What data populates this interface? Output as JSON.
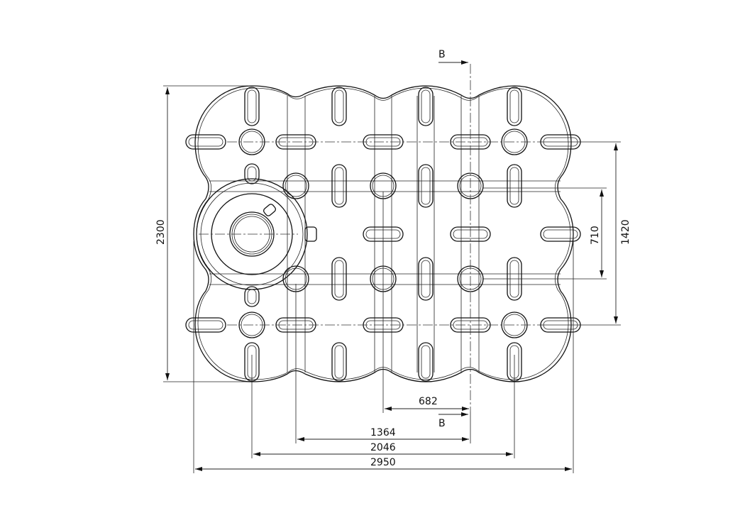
{
  "drawing": {
    "section_label_top": "B",
    "section_label_bottom": "B",
    "dimensions": {
      "overall_height": "2300",
      "inner_height": "1420",
      "row_spacing": "710",
      "col_spacing": "682",
      "double_col_spacing": "1364",
      "outer_col_spacing": "2046",
      "overall_width": "2950"
    }
  }
}
